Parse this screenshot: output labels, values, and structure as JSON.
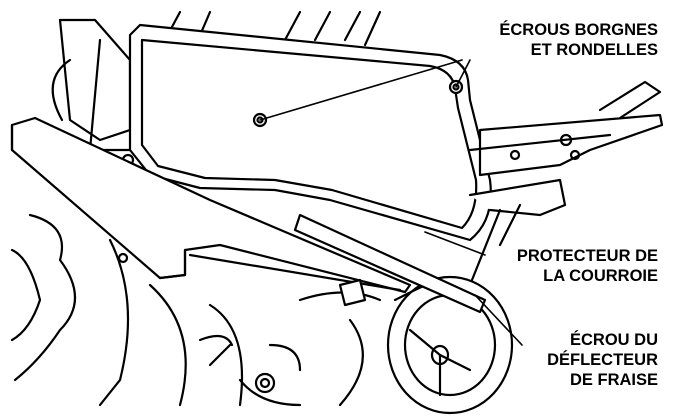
{
  "callouts": {
    "cap_nuts": {
      "line1": "ÉCROUS BORGNES",
      "line2": "ET RONDELLES"
    },
    "belt_guard": {
      "line1": "PROTECTEUR DE",
      "line2": "LA COURROIE"
    },
    "tine_deflector_nut": {
      "line1": "ÉCROU DU",
      "line2": "DÉFLECTEUR",
      "line3": "DE FRAISE"
    }
  }
}
